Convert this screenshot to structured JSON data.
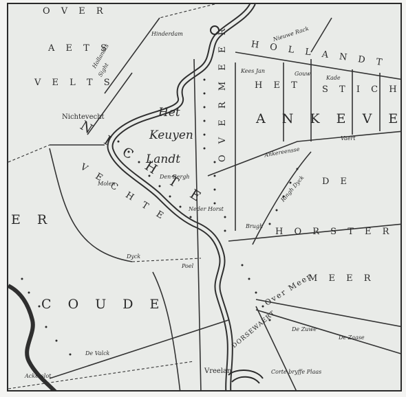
{
  "map": {
    "labels": {
      "over": "O V E R",
      "aets": "A E T S",
      "veltsz": "V E L T S",
      "hollandts": "Hollandts",
      "sight": "Sight",
      "hinderdam": "Hinderdam",
      "nieuwes_rack": "Nieuwe Rack",
      "hollandt": "H O L L A N D T",
      "nichtevecht": "Nichtevecht",
      "het1": "Het",
      "keuyen": "Keuyen",
      "landt": "Landt",
      "het2": "H E T",
      "stichf": "S T I C H T",
      "kees_jan": "Kees Jan",
      "gouw": "Gouw",
      "kade": "Kade",
      "ankeveen": "A N K E V E E N",
      "over_meer_v": "O V E R M E E R",
      "nichte": "N I C H T E",
      "vechte": "V E C H T E",
      "er": "E R",
      "molen": "Molen",
      "den_bergh": "Den Bergh",
      "neder_horst": "Neder Horst",
      "de": "D E",
      "horster": "H O R S T E R",
      "meer": "M E E R",
      "coude": "C O U D E",
      "over_meer_d": "Over Meer",
      "dorsewaert": "DORSEWAERT",
      "de_zuwe": "De Zuwe",
      "de_zaase": "De Zaase",
      "brugh": "Brugh",
      "poel": "Poel",
      "dyck": "Dyck",
      "vreelan": "Vreelan",
      "corte_bryffe": "Corte bryffe Plaas",
      "ankereensse": "Ankereensse",
      "vaert": "Vaert",
      "ringh_dyck": "Ringh Dyck",
      "de_valck": "De Valck",
      "ackerslot": "Ackerslot"
    }
  }
}
